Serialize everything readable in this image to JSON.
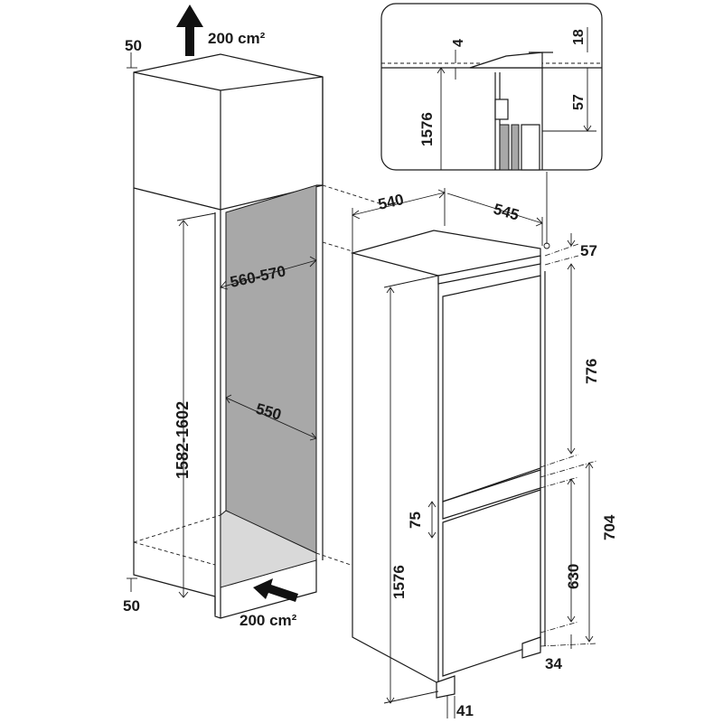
{
  "diagram": {
    "vent_top": "200 cm²",
    "vent_bottom": "200 cm²",
    "top_gap": "50",
    "bottom_gap": "50",
    "niche_height": "1582-1602",
    "niche_width": "560-570",
    "niche_depth": "550",
    "appliance_width": "540",
    "appliance_depth": "545",
    "top_offset": "57",
    "upper_door": "776",
    "door_gap": "75",
    "lower_section": "704",
    "lower_door": "630",
    "appliance_height": "1576",
    "plinth": "34",
    "bottom_offset": "41",
    "detail": {
      "d4": "4",
      "d18": "18",
      "d57": "57",
      "d1576": "1576"
    }
  }
}
